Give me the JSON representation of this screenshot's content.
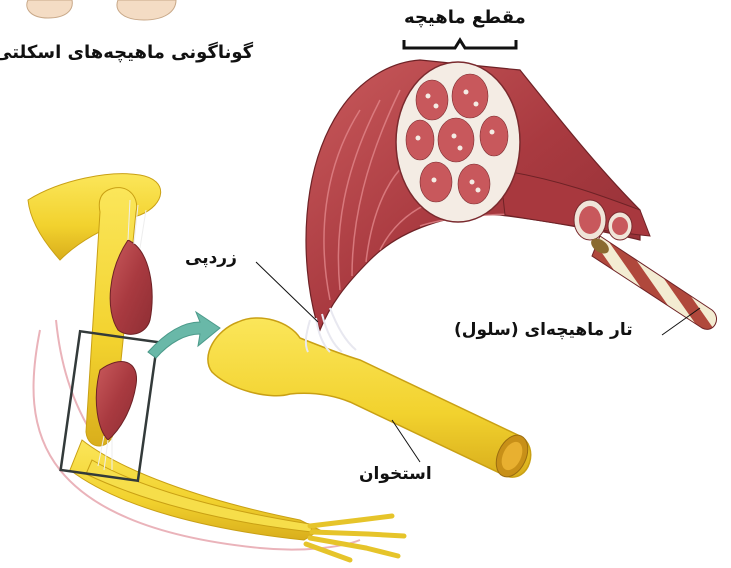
{
  "labels": {
    "title": "گوناگونی ماهیچه‌های اسکلتی",
    "section": "مقطع ماهیچه",
    "tendon": "زردپی",
    "fiber": "تار ماهیچه‌ای (سلول)",
    "bone": "استخوان"
  },
  "colors": {
    "muscle": "#b5454a",
    "muscle_light": "#d98a88",
    "bone": "#f2d22e",
    "bone_shadow": "#d9b01e",
    "arrow": "#69b8a8",
    "skin_outline": "#e8a8b0",
    "box": "#333a3a"
  }
}
